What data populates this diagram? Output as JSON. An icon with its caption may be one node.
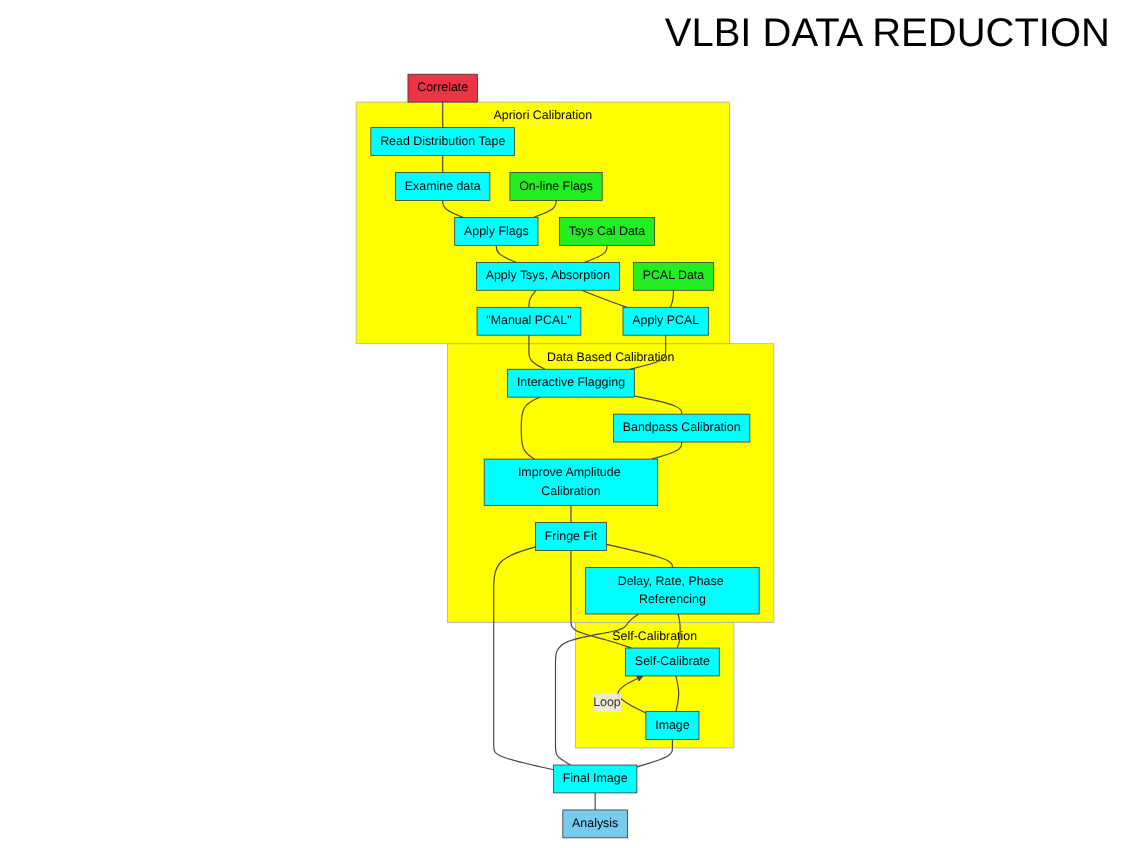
{
  "diagram": {
    "title": "VLBI DATA REDUCTION",
    "nodes": [
      {
        "text": [
          "Correlate"
        ]
      },
      {
        "text": [
          "Apriori Calibration"
        ]
      },
      {
        "text": [
          "Read Distribution Tape"
        ],
        "in": 1
      },
      {
        "text": [
          "Examine data"
        ],
        "in": 1
      },
      {
        "text": [
          "On-line Flags"
        ],
        "in": 1
      },
      {
        "text": [
          "Apply Flags"
        ],
        "in": 1
      },
      {
        "text": [
          "Tsys Cal Data"
        ],
        "in": 1
      },
      {
        "text": [
          "Apply Tsys, Absorption"
        ],
        "in": 1
      },
      {
        "text": [
          "PCAL Data"
        ],
        "in": 1
      },
      {
        "text": [
          "Apply PCAL"
        ],
        "in": 1
      },
      {
        "text": [
          "\"Manual PCAL\""
        ],
        "in": 1
      },
      {
        "text": [
          "Data Based Calibration"
        ]
      },
      {
        "text": [
          "Interactive Flagging"
        ],
        "in": 11
      },
      {
        "text": [
          "Bandpass Calibration"
        ],
        "in": 11
      },
      {
        "text": [
          "Improve Amplitude Calibration"
        ],
        "in": 11
      },
      {
        "text": [
          "Fringe Fit"
        ],
        "in": 11
      },
      {
        "text": [
          "Delay, Rate, Phase Referencing"
        ],
        "in": 11
      },
      {
        "text": [
          "Self-Calibration"
        ]
      },
      {
        "text": [
          "Self-Calibrate"
        ],
        "in": 17
      },
      {
        "text": [
          "Image"
        ],
        "in": 17
      },
      {
        "text": [
          "Final Image"
        ]
      },
      {
        "text": [
          "Analysis"
        ]
      }
    ],
    "edges": [
      {
        "from": 0,
        "to": 2,
        "arrow": "none"
      },
      {
        "from": 2,
        "to": 3,
        "arrow": "none"
      },
      {
        "from": 3,
        "to": 5,
        "arrow": "none"
      },
      {
        "from": 4,
        "to": 5,
        "arrow": "none"
      },
      {
        "from": 5,
        "to": 7,
        "arrow": "none"
      },
      {
        "from": 6,
        "to": 7,
        "arrow": "none"
      },
      {
        "from": 7,
        "to": 9,
        "arrow": "none"
      },
      {
        "from": 7,
        "to": 10,
        "arrow": "none"
      },
      {
        "from": 8,
        "to": 9,
        "arrow": "none"
      },
      {
        "from": 9,
        "to": 12,
        "arrow": "none"
      },
      {
        "from": 10,
        "to": 12,
        "arrow": "none"
      },
      {
        "from": 12,
        "to": 13,
        "arrow": "none"
      },
      {
        "from": 12,
        "to": 14,
        "arrow": "none"
      },
      {
        "from": 13,
        "to": 14,
        "arrow": "none"
      },
      {
        "from": 14,
        "to": 15,
        "arrow": "none"
      },
      {
        "from": 15,
        "to": 16,
        "arrow": "none"
      },
      {
        "from": 15,
        "to": 18,
        "arrow": "none"
      },
      {
        "from": 15,
        "to": 20,
        "arrow": "none"
      },
      {
        "from": 16,
        "to": 18,
        "arrow": "none"
      },
      {
        "from": 16,
        "to": 20,
        "arrow": "none"
      },
      {
        "from": 18,
        "to": 19,
        "arrow": "none"
      },
      {
        "from": 19,
        "to": 18,
        "arrow": "to",
        "label": "Loop"
      },
      {
        "from": 19,
        "to": 20,
        "arrow": "none"
      },
      {
        "from": 20,
        "to": 21,
        "arrow": "none"
      }
    ]
  }
}
